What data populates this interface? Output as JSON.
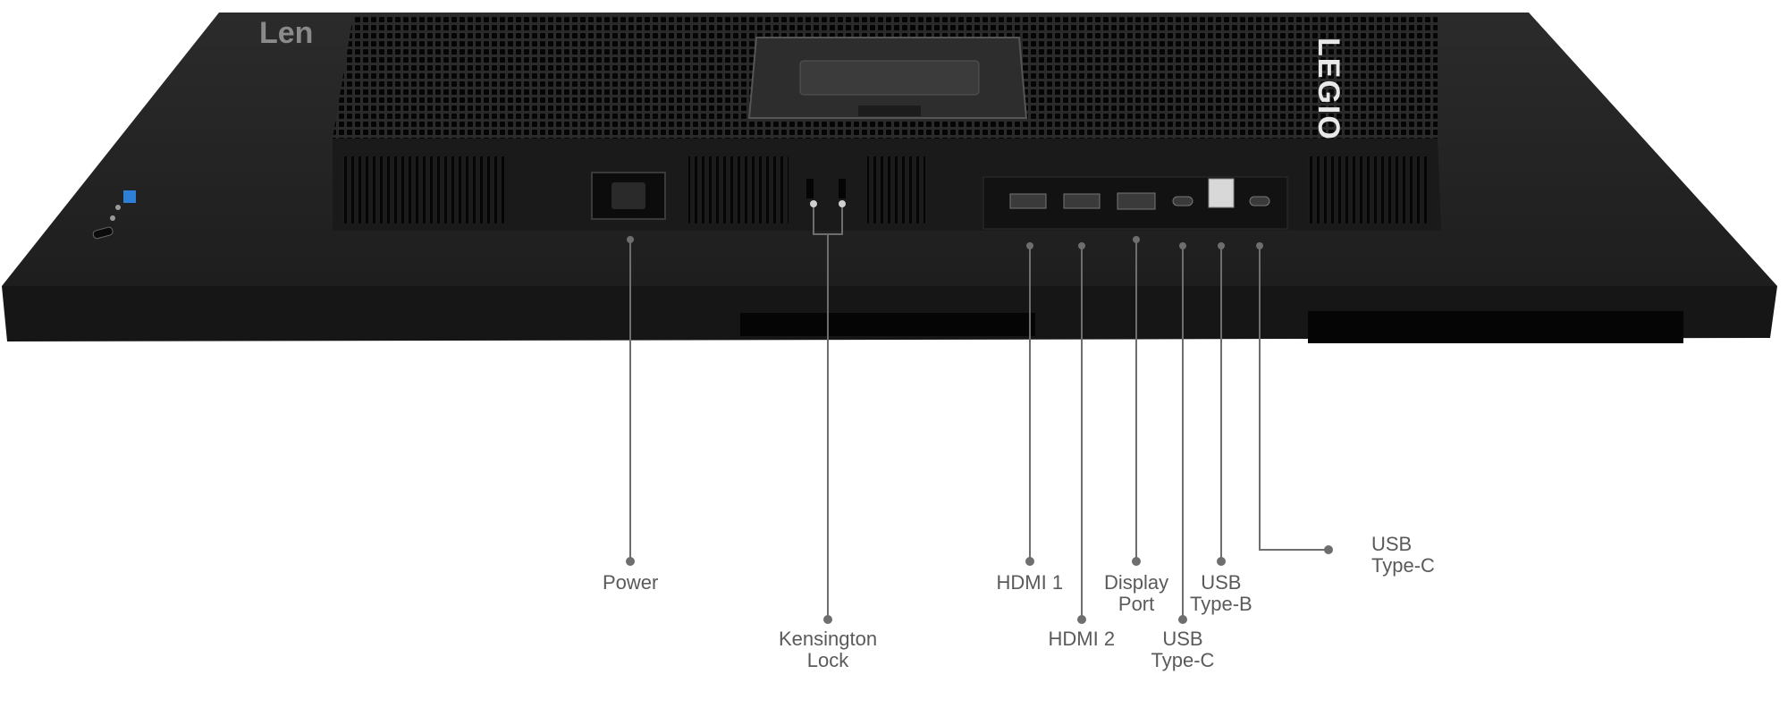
{
  "brand": {
    "lenovo_text": "Lenovo",
    "legion_text": "LEGION"
  },
  "ports": [
    {
      "key": "power",
      "lines": [
        "Power"
      ]
    },
    {
      "key": "kensington",
      "lines": [
        "Kensington",
        "Lock"
      ]
    },
    {
      "key": "hdmi1",
      "lines": [
        "HDMI 1"
      ]
    },
    {
      "key": "hdmi2",
      "lines": [
        "HDMI 2"
      ]
    },
    {
      "key": "displayport",
      "lines": [
        "Display",
        "Port"
      ]
    },
    {
      "key": "usbc1",
      "lines": [
        "USB",
        "Type-C"
      ]
    },
    {
      "key": "usbb",
      "lines": [
        "USB",
        "Type-B"
      ]
    },
    {
      "key": "usbc2",
      "lines": [
        "USB",
        "Type-C"
      ]
    }
  ],
  "colors": {
    "body": "#222222",
    "body_dark": "#151515",
    "callout": "#6e6e6e",
    "label": "#5a5a5a",
    "indicator": "#2f7fd6"
  }
}
